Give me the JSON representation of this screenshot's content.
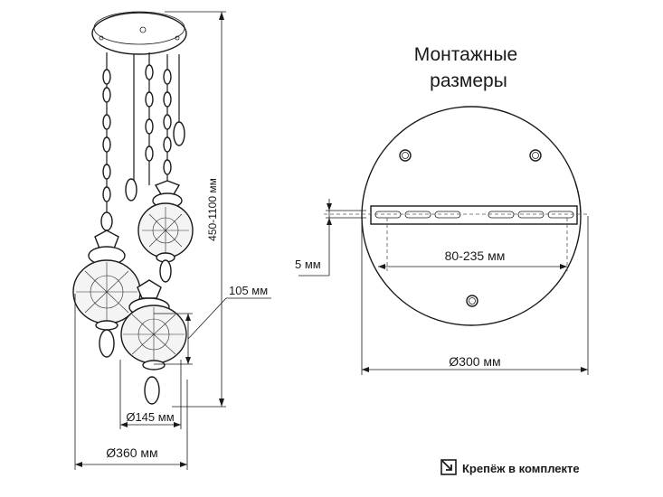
{
  "labels": {
    "title_line1": "Монтажные",
    "title_line2": "размеры",
    "height_range": "450-1100 мм",
    "lamp_height": "105 мм",
    "small_diameter": "Ø145 мм",
    "total_diameter": "Ø360 мм",
    "plate_thickness": "5 мм",
    "mount_range": "80-235 мм",
    "plate_diameter": "Ø300 мм",
    "mounting_note": "Крепёж в комплекте"
  },
  "icons": {
    "mounting": "arrow-into-box-icon"
  }
}
